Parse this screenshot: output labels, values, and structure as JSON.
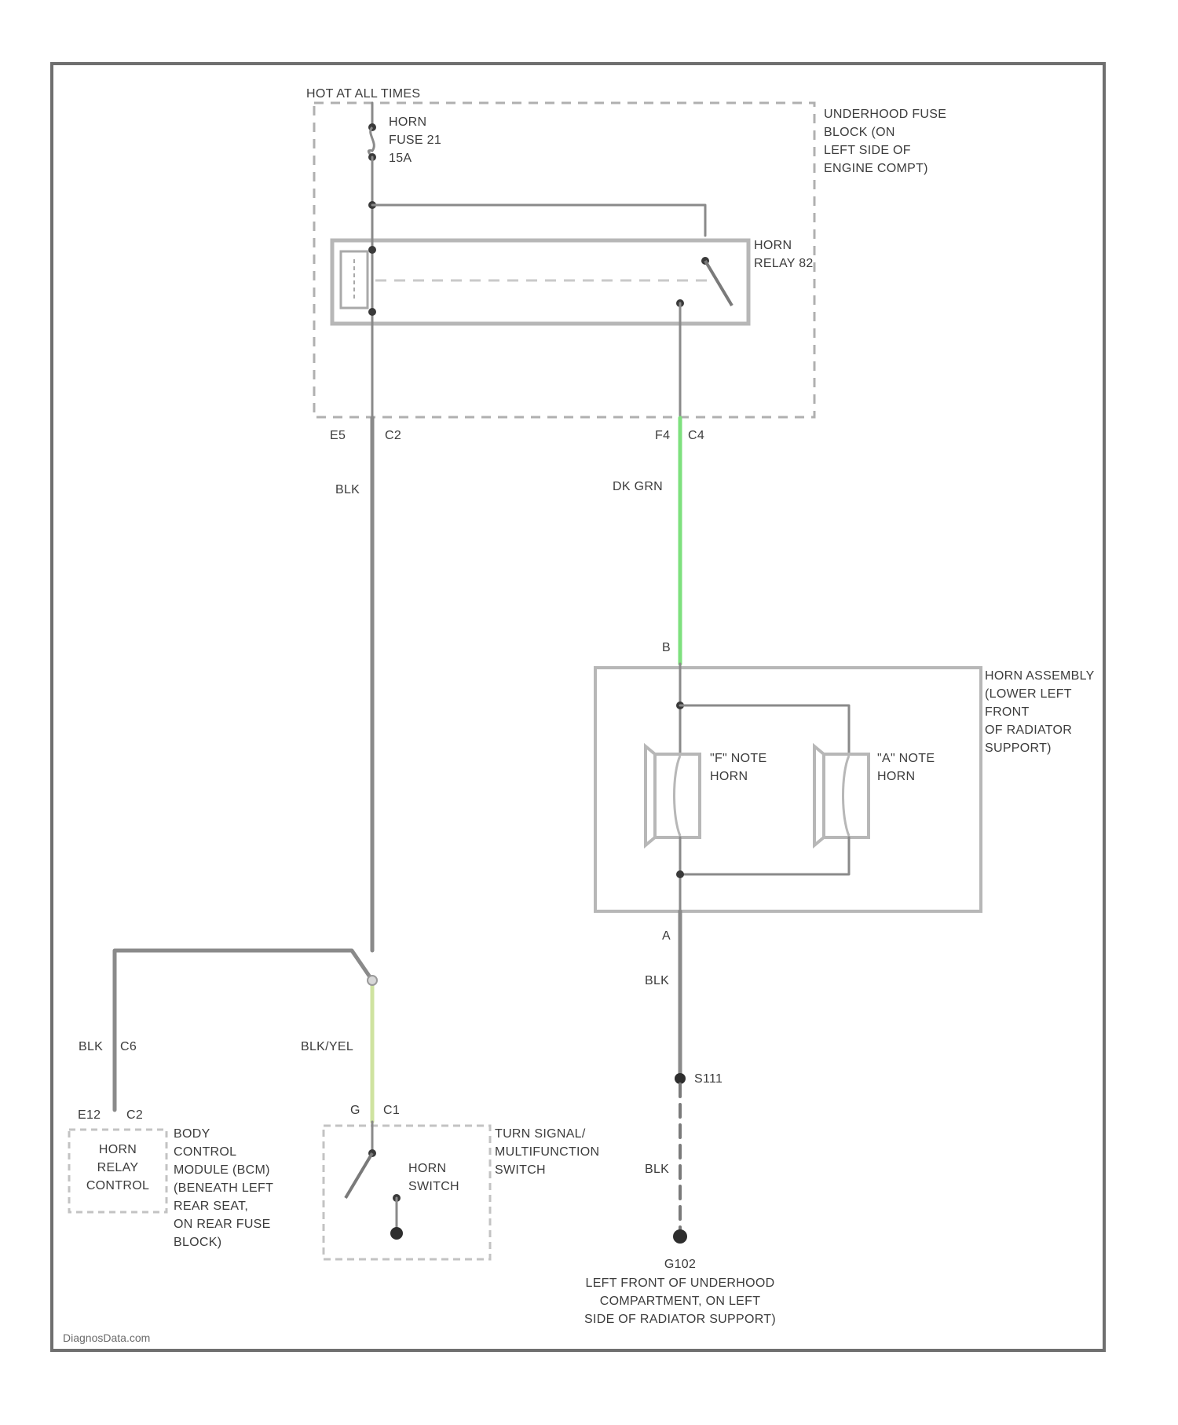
{
  "colors": {
    "wire_default": "#8a8a8a",
    "wire_dk_grn": "#7ee07e",
    "wire_blk_yel": "#cfe3a0",
    "frame": "#6f6f6f",
    "dashed_box": "#b0b0b0",
    "component": "#b7b7b7"
  },
  "power": {
    "label": "HOT AT ALL TIMES"
  },
  "fuse": {
    "line1": "HORN",
    "line2": "FUSE 21",
    "line3": "15A"
  },
  "underhood_fuse_block": {
    "line1": "UNDERHOOD FUSE",
    "line2": "BLOCK (ON",
    "line3": "LEFT SIDE OF",
    "line4": "ENGINE COMPT)"
  },
  "relay": {
    "line1": "HORN",
    "line2": "RELAY 82"
  },
  "connectors": {
    "left_pin": "E5",
    "left_conn": "C2",
    "right_pin": "F4",
    "right_conn": "C4",
    "horn_in": "B",
    "horn_out": "A",
    "bcm_pin": "E12",
    "bcm_conn": "C2",
    "switch_pin": "G",
    "switch_conn": "C1"
  },
  "wires": {
    "blk_relay": "BLK",
    "dk_grn": "DK GRN",
    "blk_horn_ground": "BLK",
    "blk_bcm": "BLK",
    "blk_bcm_conn": "C6",
    "blk_yel": "BLK/YEL",
    "blk_ground": "BLK"
  },
  "horn_assembly": {
    "line1": "HORN ASSEMBLY",
    "line2": "(LOWER LEFT",
    "line3": "FRONT",
    "line4": "OF RADIATOR",
    "line5": "SUPPORT)"
  },
  "horn_f": {
    "line1": "\"F\" NOTE",
    "line2": "HORN"
  },
  "horn_a": {
    "line1": "\"A\" NOTE",
    "line2": "HORN"
  },
  "splice": {
    "label": "S111"
  },
  "ground": {
    "label": "G102",
    "line1": "LEFT FRONT OF UNDERHOOD",
    "line2": "COMPARTMENT, ON LEFT",
    "line3": "SIDE OF RADIATOR SUPPORT)"
  },
  "bcm_box": {
    "line1": "HORN",
    "line2": "RELAY",
    "line3": "CONTROL"
  },
  "bcm": {
    "line1": "BODY",
    "line2": "CONTROL",
    "line3": "MODULE (BCM)",
    "line4": "(BENEATH LEFT",
    "line5": "REAR SEAT,",
    "line6": "ON REAR FUSE",
    "line7": "BLOCK)"
  },
  "turn_switch": {
    "line1": "TURN SIGNAL/",
    "line2": "MULTIFUNCTION",
    "line3": "SWITCH"
  },
  "horn_switch": {
    "line1": "HORN",
    "line2": "SWITCH"
  },
  "watermark": "DiagnosData.com"
}
